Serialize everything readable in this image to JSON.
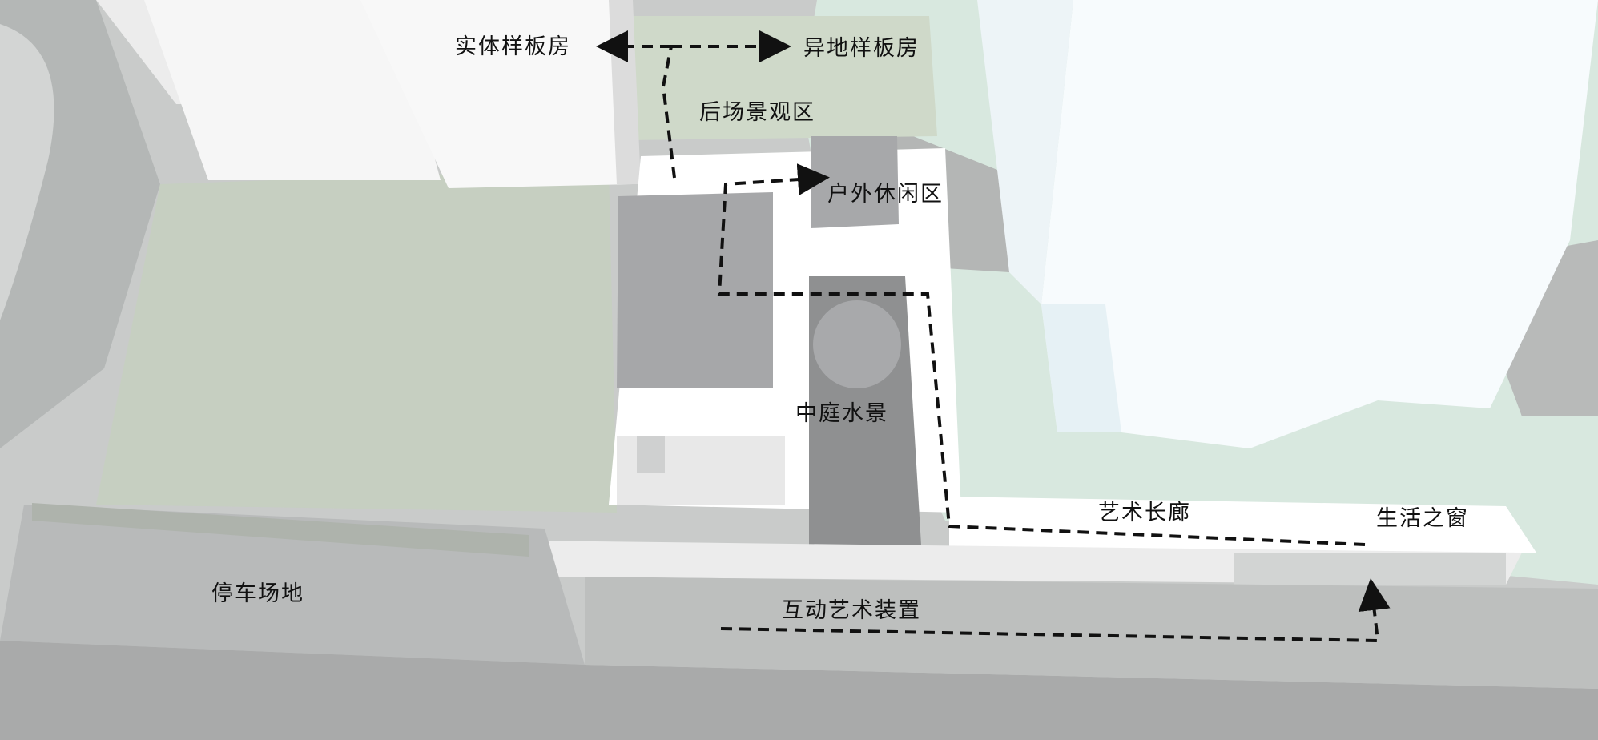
{
  "labels": {
    "model_room_physical": "实体样板房",
    "model_room_offsite": "异地样板房",
    "rear_landscape": "后场景观区",
    "outdoor_leisure": "户外休闲区",
    "courtyard_water": "中庭水景",
    "art_corridor": "艺术长廊",
    "window_of_life": "生活之窗",
    "parking": "停车场地",
    "interactive_art": "互动艺术装置"
  },
  "colors": {
    "ground": "#c9cbca",
    "road": "#b9bbba",
    "lawn": "#c9d3c4",
    "green_area": "#d8e8df",
    "building": "#ffffff",
    "roof": "#a7a8aa",
    "water": "#8f9091",
    "route": "#111111"
  }
}
